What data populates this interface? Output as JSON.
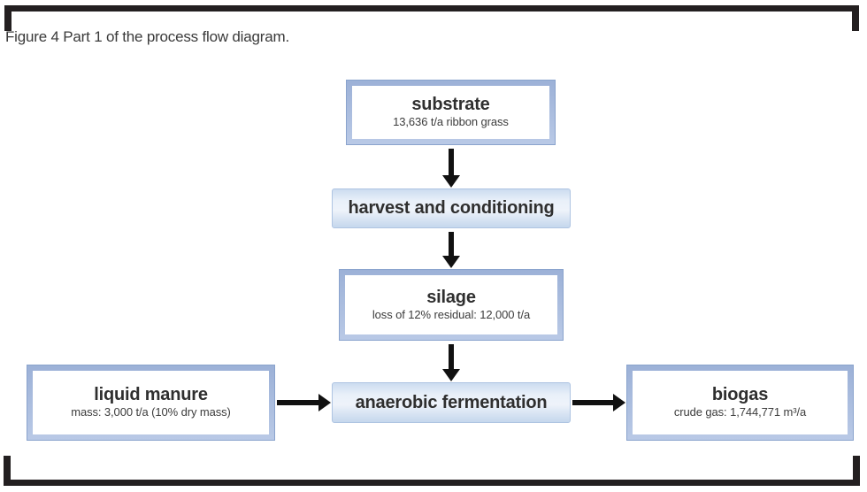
{
  "figure": {
    "caption": "Figure 4 Part 1 of the process flow diagram."
  },
  "colors": {
    "outlined_box_border": "#9cb1d7",
    "filled_box_fill_top": "#ccdcf0",
    "filled_box_fill_bottom": "#c5d7ed",
    "arrow": "#111111",
    "frame": "#231f20",
    "text": "#2f2f2f"
  },
  "nodes": [
    {
      "id": "substrate",
      "title": "substrate",
      "subtitle": "13,636 t/a ribbon grass",
      "style": "outlined"
    },
    {
      "id": "harvest-and-conditioning",
      "title": "harvest and conditioning",
      "subtitle": "",
      "style": "filled"
    },
    {
      "id": "silage",
      "title": "silage",
      "subtitle": "loss of 12% residual: 12,000 t/a",
      "style": "outlined"
    },
    {
      "id": "liquid-manure",
      "title": "liquid manure",
      "subtitle": "mass: 3,000 t/a (10% dry mass)",
      "style": "outlined"
    },
    {
      "id": "anaerobic-fermentation",
      "title": "anaerobic fermentation",
      "subtitle": "",
      "style": "filled"
    },
    {
      "id": "biogas",
      "title": "biogas",
      "subtitle": "crude gas: 1,744,771 m³/a",
      "style": "outlined"
    }
  ],
  "edges": [
    {
      "from": "substrate",
      "to": "harvest-and-conditioning",
      "direction": "down"
    },
    {
      "from": "harvest-and-conditioning",
      "to": "silage",
      "direction": "down"
    },
    {
      "from": "silage",
      "to": "anaerobic-fermentation",
      "direction": "down"
    },
    {
      "from": "liquid-manure",
      "to": "anaerobic-fermentation",
      "direction": "right"
    },
    {
      "from": "anaerobic-fermentation",
      "to": "biogas",
      "direction": "right"
    }
  ]
}
